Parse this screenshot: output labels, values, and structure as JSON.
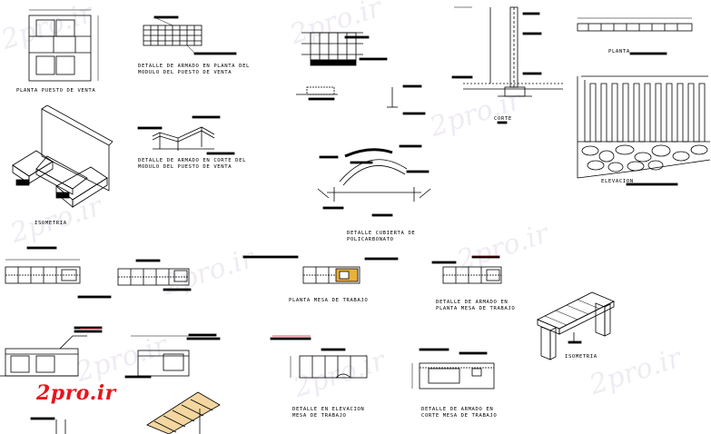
{
  "drawing": {
    "labels": {
      "planta_puesto": "PLANTA PUESTO DE VENTA",
      "armado_planta_1": "DETALLE DE ARMADO EN PLANTA DEL",
      "armado_planta_2": "MODULO DEL PUESTO DE VENTA",
      "armado_corte_1": "DETALLE DE ARMADO EN CORTE DEL",
      "armado_corte_2": "MODULO DEL PUESTO DE VENTA",
      "isometria_1": "ISOMETRIA",
      "corte": "CORTE",
      "planta_short": "PLANTA",
      "elevacion": "ELEVACION",
      "cubierta_1": "DETALLE CUBIERTA DE",
      "cubierta_2": "POLICARBONATO",
      "planta_mesa": "PLANTA MESA DE TRABAJO",
      "armado_planta_mesa_1": "DETALLE DE ARMADO EN",
      "armado_planta_mesa_2": "PLANTA MESA DE TRABAJO",
      "isometria_2": "ISOMETRIA",
      "elev_mesa_1": "DETALLE  EN ELEVACION",
      "elev_mesa_2": "MESA DE TRABAJO",
      "armado_corte_mesa_1": "DETALLE DE ARMADO EN",
      "armado_corte_mesa_2": "CORTE MESA DE TRABAJO"
    },
    "watermark": "2pro.ir",
    "logo": "2pro.ir",
    "colors": {
      "line": "#000000",
      "accent_red": "#e8141c",
      "accent_yellow": "#e8b23a",
      "watermark": "#c9b8d6"
    }
  }
}
